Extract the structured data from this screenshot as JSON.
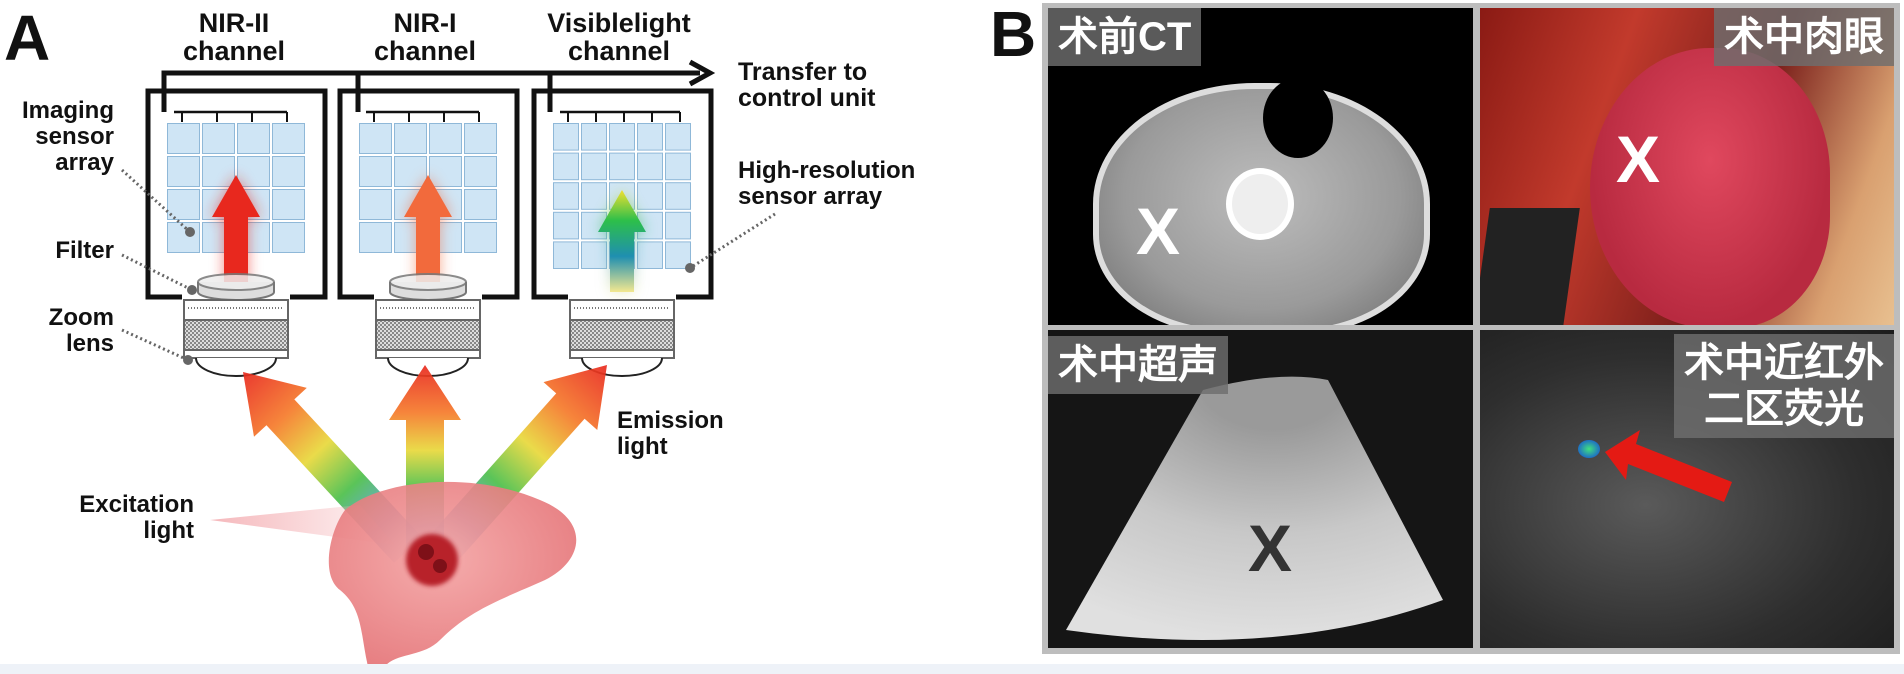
{
  "panel_a": {
    "label": "A",
    "channels": [
      {
        "line1": "NIR-II",
        "line2": "channel"
      },
      {
        "line1": "NIR-I",
        "line2": "channel"
      },
      {
        "line1": "Visiblelight",
        "line2": "channel"
      }
    ],
    "transfer": [
      "Transfer to",
      "control unit"
    ],
    "imaging_sensor": [
      "Imaging",
      "sensor",
      "array"
    ],
    "filter": "Filter",
    "zoom_lens": [
      "Zoom",
      "lens"
    ],
    "high_res": [
      "High-resolution",
      "sensor array"
    ],
    "emission": [
      "Emission",
      "light"
    ],
    "excitation": [
      "Excitation",
      "light"
    ]
  },
  "panel_b": {
    "label": "B",
    "images": [
      {
        "caption": [
          "术前CT"
        ],
        "marker": "X"
      },
      {
        "caption": [
          "术中肉眼"
        ],
        "marker": "X"
      },
      {
        "caption": [
          "术中超声"
        ],
        "marker": "X"
      },
      {
        "caption": [
          "术中近红外",
          "二区荧光"
        ]
      }
    ]
  },
  "colors": {
    "nir2_arrow": "#e8281e",
    "nir1_arrow": "#f26a3c",
    "sensor_tile": "#cfe5f5",
    "caption_bg": "#6e6e6e"
  }
}
